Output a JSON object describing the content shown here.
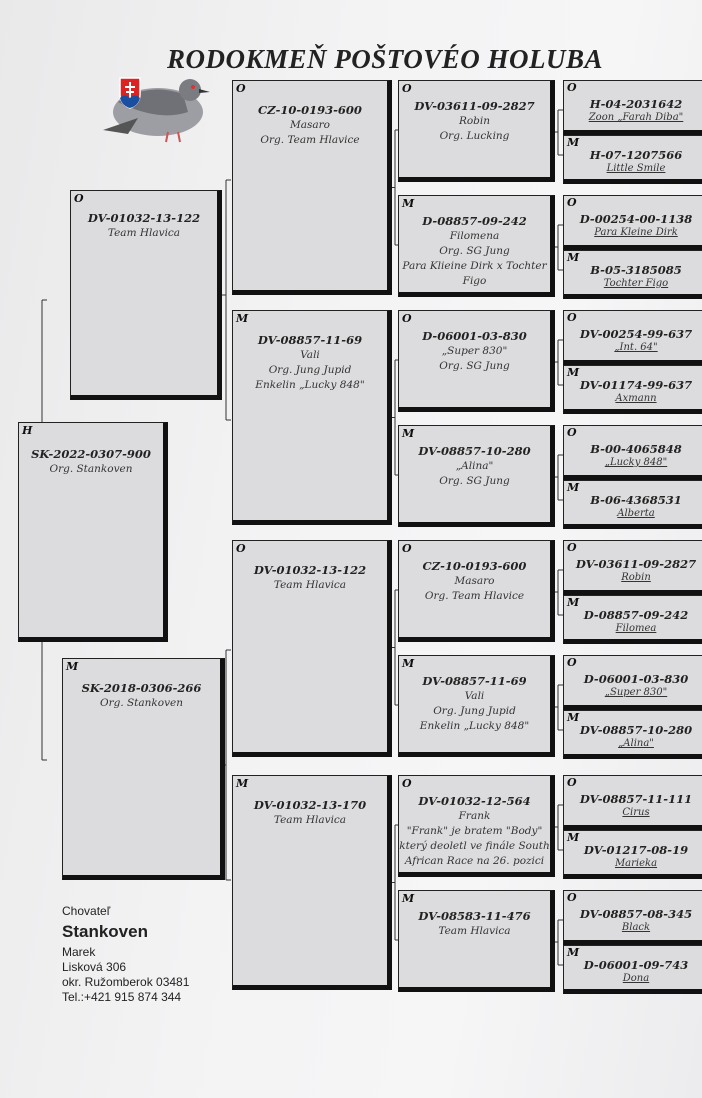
{
  "title": "RODOKMEŇ POŠTOVÉO HOLUBA",
  "logo_icon": "pigeon-with-slovak-coat-of-arms",
  "subject": {
    "sex": "H",
    "lines": [
      "SK-2022-0307-900",
      "Org. Stankoven"
    ]
  },
  "parents": [
    {
      "sex": "O",
      "lines": [
        "DV-01032-13-122",
        "Team Hlavica"
      ]
    },
    {
      "sex": "M",
      "lines": [
        "SK-2018-0306-266",
        "Org. Stankoven"
      ]
    }
  ],
  "grandparents": [
    {
      "sex": "O",
      "lines": [
        "CZ-10-0193-600",
        "Masaro",
        "Org. Team Hlavice"
      ]
    },
    {
      "sex": "M",
      "lines": [
        "DV-08857-11-69",
        "Vali",
        "Org. Jung Jupid",
        "Enkelin „Lucky 848\""
      ]
    },
    {
      "sex": "O",
      "lines": [
        "DV-01032-13-122",
        "Team Hlavica"
      ]
    },
    {
      "sex": "M",
      "lines": [
        "DV-01032-13-170",
        "Team Hlavica"
      ]
    }
  ],
  "great_grandparents": [
    {
      "sex": "O",
      "lines": [
        "DV-03611-09-2827",
        "Robin",
        "Org. Lucking"
      ]
    },
    {
      "sex": "M",
      "lines": [
        "D-08857-09-242",
        "Filomena",
        "Org. SG Jung",
        "Para Klieine Dirk x Tochter",
        "Figo"
      ]
    },
    {
      "sex": "O",
      "lines": [
        "D-06001-03-830",
        "„Super 830\"",
        "Org. SG Jung"
      ]
    },
    {
      "sex": "M",
      "lines": [
        "DV-08857-10-280",
        "„Alina\"",
        "Org. SG Jung"
      ]
    },
    {
      "sex": "O",
      "lines": [
        "CZ-10-0193-600",
        "Masaro",
        "Org. Team Hlavice"
      ]
    },
    {
      "sex": "M",
      "lines": [
        "DV-08857-11-69",
        "Vali",
        "Org. Jung Jupid",
        "Enkelin „Lucky 848\""
      ]
    },
    {
      "sex": "O",
      "lines": [
        "DV-01032-12-564",
        "Frank",
        "\"Frank\" je bratem \"Body\"",
        "který deoletl ve finále South",
        "African Race na 26. pozici"
      ]
    },
    {
      "sex": "M",
      "lines": [
        "DV-08583-11-476",
        "Team Hlavica"
      ]
    }
  ],
  "gg_grandparents": [
    {
      "sex": "O",
      "lines": [
        "H-04-2031642",
        "Zoon „Farah Diba\""
      ]
    },
    {
      "sex": "M",
      "lines": [
        "H-07-1207566",
        "Little Smile"
      ]
    },
    {
      "sex": "O",
      "lines": [
        "D-00254-00-1138",
        "Para Kleine Dirk"
      ]
    },
    {
      "sex": "M",
      "lines": [
        "B-05-3185085",
        "Tochter Figo"
      ]
    },
    {
      "sex": "O",
      "lines": [
        "DV-00254-99-637",
        "„Int. 64\""
      ]
    },
    {
      "sex": "M",
      "lines": [
        "DV-01174-99-637",
        "Axmann"
      ]
    },
    {
      "sex": "O",
      "lines": [
        "B-00-4065848",
        "„Lucky 848\""
      ]
    },
    {
      "sex": "M",
      "lines": [
        "B-06-4368531",
        "Alberta"
      ]
    },
    {
      "sex": "O",
      "lines": [
        "DV-03611-09-2827",
        "Robin"
      ]
    },
    {
      "sex": "M",
      "lines": [
        "D-08857-09-242",
        "Filomea"
      ]
    },
    {
      "sex": "O",
      "lines": [
        "D-06001-03-830",
        "„Super 830\""
      ]
    },
    {
      "sex": "M",
      "lines": [
        "DV-08857-10-280",
        "„Alina\""
      ]
    },
    {
      "sex": "O",
      "lines": [
        "DV-08857-11-111",
        "Cirus"
      ]
    },
    {
      "sex": "M",
      "lines": [
        "DV-01217-08-19",
        "Marieka"
      ]
    },
    {
      "sex": "O",
      "lines": [
        "DV-08857-08-345",
        "Black"
      ]
    },
    {
      "sex": "M",
      "lines": [
        "D-06001-09-743",
        "Dona"
      ]
    }
  ],
  "breeder": {
    "label": "Chovateľ",
    "name": "Stankoven",
    "first_name": "Marek",
    "street": "Lisková 306",
    "city": "okr. Ružomberok 03481",
    "phone": "Tel.:+421 915 874 344"
  }
}
